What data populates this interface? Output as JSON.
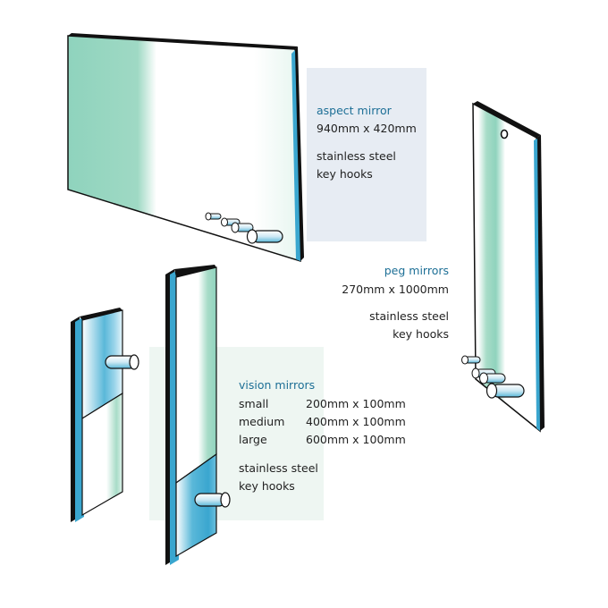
{
  "colors": {
    "title": "#1d6f96",
    "text": "#222222",
    "glass_green": "#8fd3bd",
    "glass_blue": "#5ab8d9",
    "edge_dark": "#111111",
    "panel_aspect": "#e7ecf3",
    "panel_vision": "#eef6f2"
  },
  "aspect_mirror": {
    "title": "aspect mirror",
    "size": "940mm x 420mm",
    "material_line1": "stainless steel",
    "material_line2": "key hooks"
  },
  "peg_mirrors": {
    "title": "peg mirrors",
    "size": "270mm x 1000mm",
    "material_line1": "stainless steel",
    "material_line2": "key hooks"
  },
  "vision_mirrors": {
    "title": "vision mirrors",
    "sizes": [
      {
        "name": "small",
        "size": "200mm x 100mm"
      },
      {
        "name": "medium",
        "size": "400mm x 100mm"
      },
      {
        "name": "large",
        "size": "600mm x 100mm"
      }
    ],
    "material_line1": "stainless steel",
    "material_line2": "key hooks"
  }
}
